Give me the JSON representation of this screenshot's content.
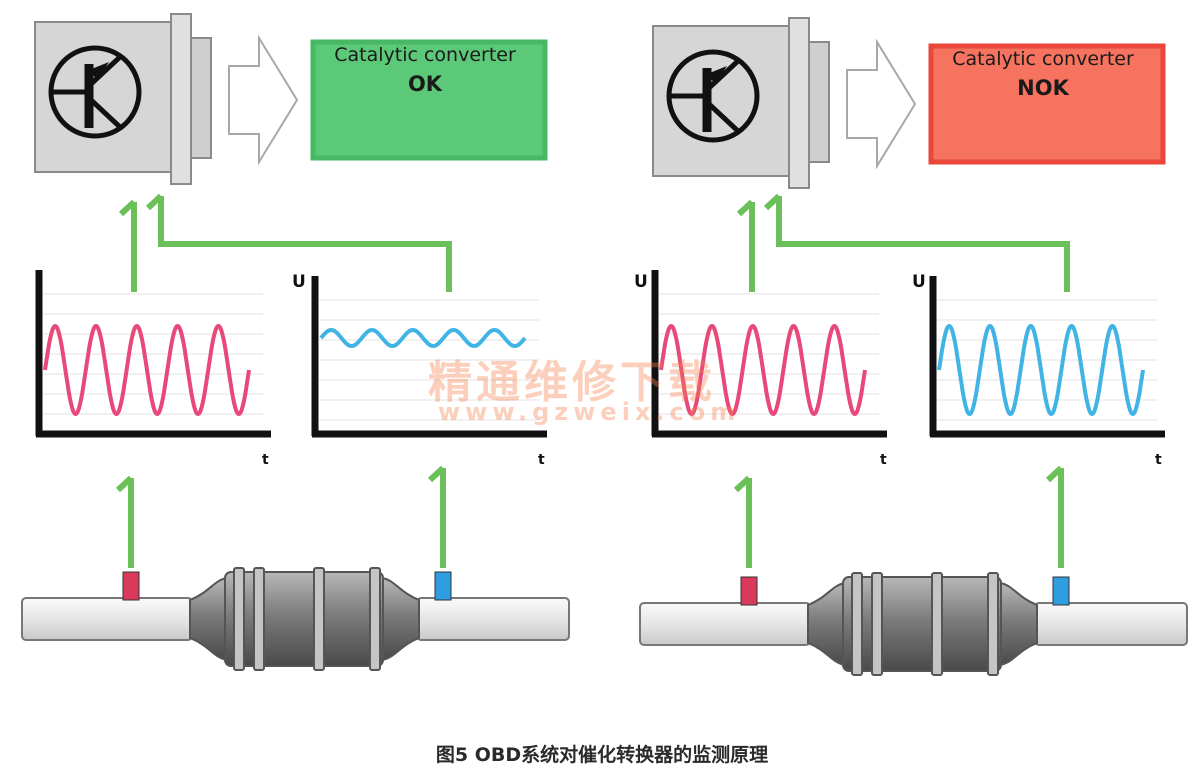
{
  "caption": "图5 OBD系统对催化转换器的监测原理",
  "watermark": {
    "text": "精通维修下载",
    "url": "www.gzweix.com"
  },
  "panels": [
    {
      "result": {
        "title": "Catalytic converter",
        "value": "OK",
        "fill": "#5cc978",
        "border": "#49b864"
      },
      "graph_upstream": {
        "y_label": "",
        "x_label": "t",
        "signal": "sensor-upstream",
        "color": "#e8487a",
        "amplitude": "large"
      },
      "graph_downstream": {
        "y_label": "U",
        "x_label": "t",
        "signal": "sensor-downstream",
        "color": "#40b4e4",
        "amplitude": "small"
      }
    },
    {
      "result": {
        "title": "Catalytic converter",
        "value": "NOK",
        "fill": "#f5735f",
        "border": "#e8473a"
      },
      "graph_upstream": {
        "y_label": "U",
        "x_label": "t",
        "signal": "sensor-upstream",
        "color": "#e8487a",
        "amplitude": "large"
      },
      "graph_downstream": {
        "y_label": "U",
        "x_label": "t",
        "signal": "sensor-downstream",
        "color": "#40b4e4",
        "amplitude": "large"
      }
    }
  ],
  "colors": {
    "connector": "#6cc05a",
    "ecu": "#d6d6d6",
    "converter": "#8a8a8a",
    "pipe": "#eeeeee",
    "sensor_upstream": "#d93a5c",
    "sensor_downstream": "#2f9ee0"
  }
}
